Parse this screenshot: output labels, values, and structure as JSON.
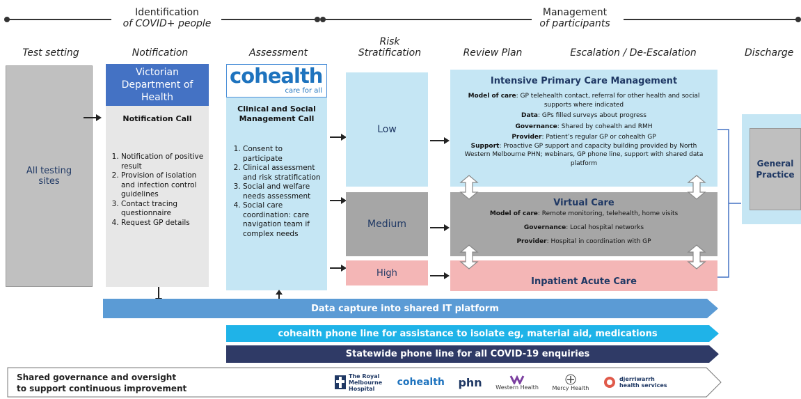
{
  "header": {
    "identification": {
      "line1": "Identification",
      "line2": "of COVID+ people"
    },
    "management": {
      "line1": "Management",
      "line2": "of participants"
    }
  },
  "columns": {
    "test_setting": "Test setting",
    "notification": "Notification",
    "assessment": "Assessment",
    "risk_line1": "Risk",
    "risk_line2": "Stratification",
    "review_plan": "Review Plan",
    "escalation": "Escalation / De-Escalation",
    "discharge": "Discharge"
  },
  "test_setting_box": "All testing sites",
  "vic_dept": "Victorian Department of Health",
  "notification_call": {
    "title": "Notification Call",
    "items": [
      "Notification of positive result",
      "Provision of isolation and infection control guidelines",
      "Contact tracing questionnaire",
      "Request GP details"
    ]
  },
  "cohealth_logo": {
    "name": "cohealth",
    "tagline": "care for all"
  },
  "assessment_call": {
    "title": "Clinical and Social Management Call",
    "items": [
      "Consent to participate",
      "Clinical assessment and risk stratification",
      "Social and welfare needs assessment",
      "Social care coordination: care navigation team if complex needs"
    ]
  },
  "risk": {
    "low": "Low",
    "medium": "Medium",
    "high": "High"
  },
  "ipcm": {
    "title": "Intensive Primary Care Management",
    "lines": [
      {
        "label": "Model of care",
        "text": ": GP telehealth contact, referral for other health and social supports where indicated"
      },
      {
        "label": "Data",
        "text": ": GPs filled surveys about progress"
      },
      {
        "label": "Governance",
        "text": ": Shared by cohealth and RMH"
      },
      {
        "label": "Provider",
        "text": ": Patient’s regular GP or cohealth GP"
      },
      {
        "label": "Support",
        "text": ": Proactive GP support and capacity building provided by North Western Melbourne PHN; webinars, GP phone line, support with shared data platform"
      }
    ]
  },
  "virtual": {
    "title": "Virtual Care",
    "lines": [
      {
        "label": "Model of care",
        "text": ": Remote monitoring, telehealth, home visits"
      },
      {
        "label": "Governance",
        "text": ": Local hospital networks"
      },
      {
        "label": "Provider",
        "text": ": Hospital in coordination with GP"
      }
    ]
  },
  "inpatient": "Inpatient Acute Care",
  "discharge_box": "General Practice",
  "bands": {
    "data_capture": "Data capture into shared IT platform",
    "cohealth_line": "cohealth phone line for assistance to isolate  eg, material aid, medications",
    "statewide": "Statewide phone line for all COVID-19 enquiries"
  },
  "footer": {
    "line1": "Shared governance and oversight",
    "line2": "to support continuous improvement",
    "logos": [
      "The Royal Melbourne Hospital",
      "cohealth",
      "phn",
      "Western Health",
      "Mercy Health",
      "djerriwarrh health services"
    ]
  },
  "colors": {
    "light_blue": "#c5e6f4",
    "grey": "#a6a6a6",
    "pink": "#f4b6b6",
    "dept_blue": "#4472c4",
    "band_blue": "#5b9bd5",
    "band_cyan": "#1fb3e8",
    "band_navy": "#2f3a66"
  }
}
